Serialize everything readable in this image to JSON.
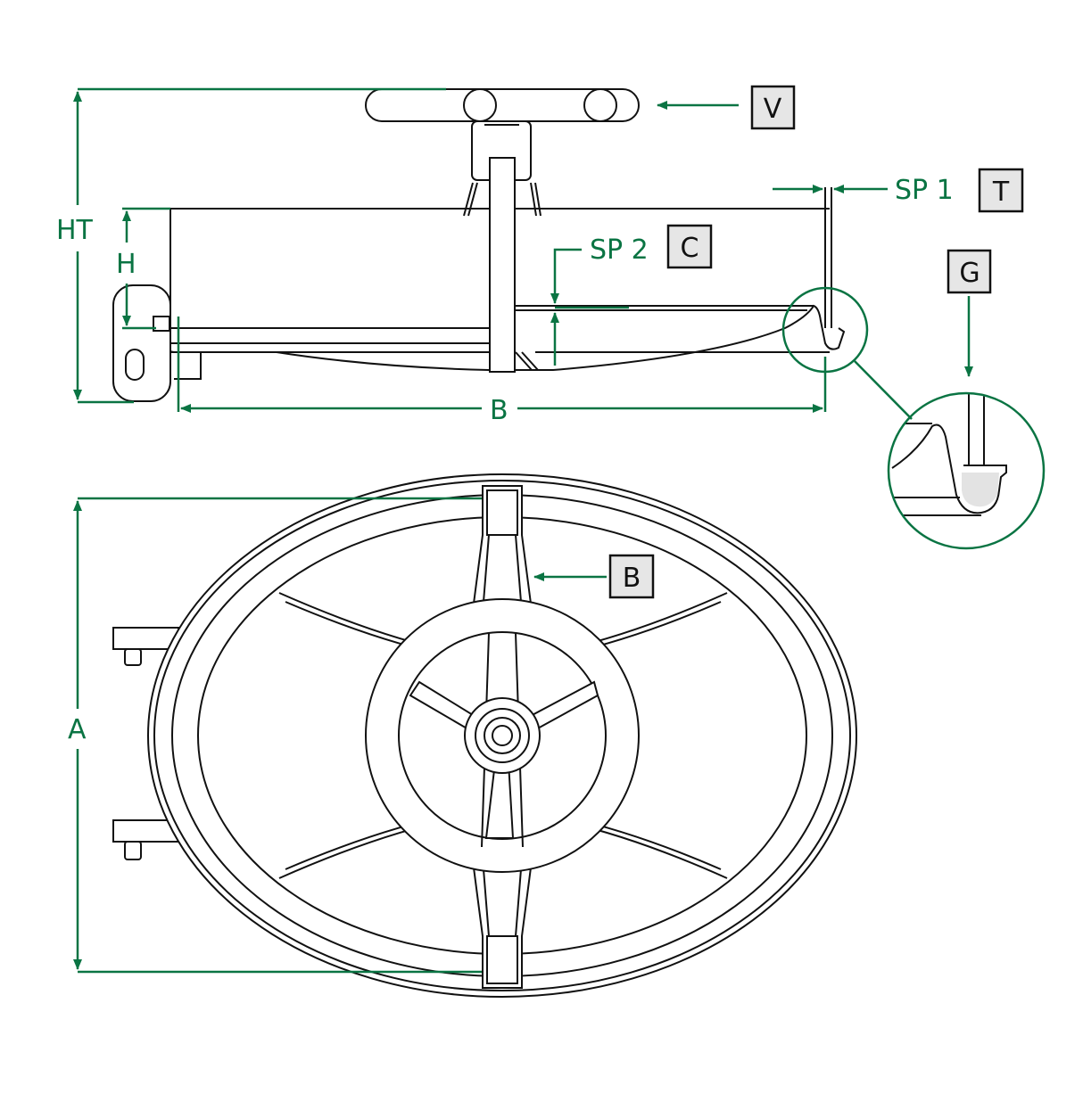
{
  "title": "Oval manway cover technical drawing",
  "colors": {
    "dimension": "#0a7443",
    "line": "#111111",
    "callout_fill": "#e6e6e6"
  },
  "dimensions": {
    "ht": "HT",
    "h": "H",
    "b": "B",
    "a": "A",
    "sp1": "SP 1",
    "sp2": "SP 2"
  },
  "callouts": {
    "v": "V",
    "t": "T",
    "c": "C",
    "g": "G",
    "b": "B"
  }
}
